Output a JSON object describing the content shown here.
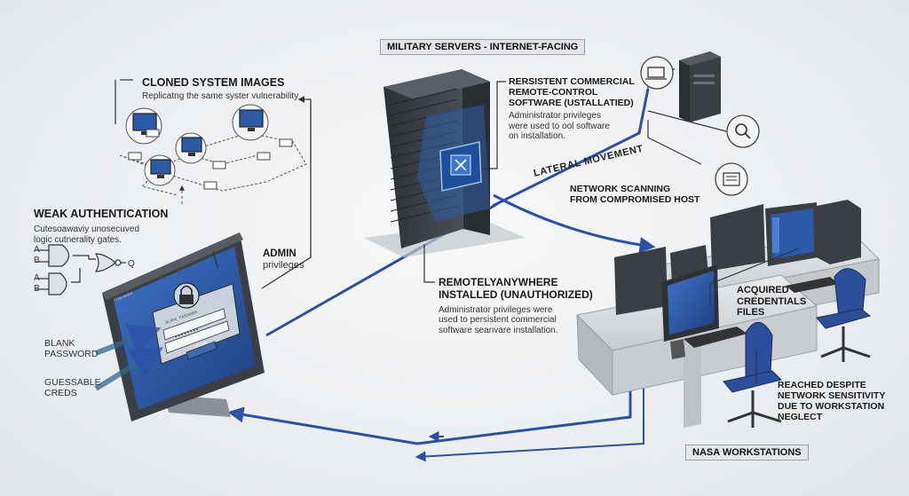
{
  "header": {
    "military_servers": "MILITARY SERVERS - INTERNET-FACING",
    "nasa_workstations": "NASA WORKSTATIONS"
  },
  "cloned": {
    "title": "CLONED SYSTEM IMAGES",
    "subtitle": "Replicatng the same syster vulnerability"
  },
  "weak_auth": {
    "title": "WEAK AUTHENTICATION",
    "line1": "Cutesoawaviy unosecuved",
    "line2": "logic cutnerality gates.",
    "gate_a1": "A",
    "gate_b1": "B",
    "gate_a2": "A",
    "gate_b2": "B",
    "gate_q": "Q"
  },
  "admin": {
    "line1": "ADMIN",
    "line2": "privileges"
  },
  "blank_password": {
    "line1": "BLANK",
    "line2": "PASSWORD"
  },
  "guessable": {
    "line1": "GUESSABLE",
    "line2": "CREDS"
  },
  "login": {
    "field1": "BLANK PASSWORD",
    "field2": "••••••••",
    "button": "LOGIN",
    "corner": "TOW 600ES"
  },
  "persistent": {
    "line1": "RERSISTENT COMMERCIAL",
    "line2": "REMOTE-CONTROL",
    "line3": "SOFTWARE (USTALLATIED)",
    "desc1": "Administrator privileges",
    "desc2": "were used to ool software",
    "desc3": "on installation."
  },
  "lateral": "LATERAL MOVEMENT",
  "scanning": {
    "line1": "NETWORK SCANNING",
    "line2": "FROM COMPROMISED HOST"
  },
  "remotely": {
    "line1": "REMOTELYANYWHERE",
    "line2": "INSTALLED (UNAUTHORIZED)",
    "desc1": "Administrator privileges were",
    "desc2": "used to persistent commercial",
    "desc3": "software seanvare installation."
  },
  "acquired": {
    "line1": "ACQUIRED",
    "line2": "CREDENTIALS",
    "line3": "FILES"
  },
  "reached": {
    "line1": "REACHED DESPITE",
    "line2": "NETWORK SENSITIVITY",
    "line3": "DUE TO WORKSTATION",
    "line4": "NEGLECT"
  },
  "colors": {
    "flow_blue": "#2e4fa8",
    "screen_blue": "#2b5aa8",
    "dark_metal": "#3b3f45",
    "desk_gray": "#d9dcdf"
  },
  "icons": [
    "lock-icon",
    "search-icon",
    "folder-icon",
    "document-icon",
    "network-node-icon",
    "tools-icon"
  ]
}
